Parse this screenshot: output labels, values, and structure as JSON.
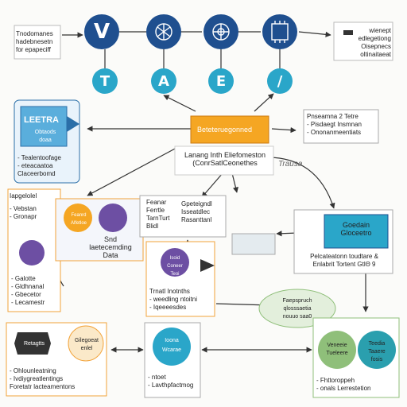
{
  "colors": {
    "navy": "#1f4f8f",
    "teal": "#2aa6c9",
    "orange": "#f2a33a",
    "orange_fill": "#f5a623",
    "purple": "#6d4fa3",
    "green": "#8fbf7a",
    "dark": "#333333",
    "box_border": "#2b6fa8"
  },
  "top_row": {
    "letters": [
      "V",
      "T",
      "A",
      "E",
      "/"
    ],
    "icons": [
      "hexagon-network-icon",
      "brain-icon",
      "gear-globe-icon",
      "chip-icon"
    ],
    "left_note": "Tnodomanes\nhadebnesetn\nfor epapeciff",
    "right_note": "wienept\nedlegetiong\nOisepnecs\noltinaitaeat"
  },
  "center": {
    "orange_title": "Beteteruegonned",
    "sub": "Lanang Inth Eliefomeston\n(ConrSatlCeonethes",
    "right_note": "Pnseamna 2 Tetre\n- Pisdaegt Insmnan\n- Ononanmeentiats",
    "curve_text": "Trausa"
  },
  "left_block": {
    "box_title": "LEETRA",
    "box_sub": "Obtaods\ndoaa",
    "list": "- Tealentoofage\n- eteacaatoa\nClaceerbomd",
    "mid_title": "Iapgelolel",
    "mid_sub": "- Vebstan\n- Gronapr",
    "bullets": "- Galotte\n- Gldhnanal\n- Gbecetor\n- Lecamestr"
  },
  "mid_block": {
    "circle1_label": "Feanrd\nAlfetloe",
    "circle2_label": "",
    "caption": "Snd\nlaetecemding\nData",
    "card_text": "Feanar\nFerrtle\nTarnTurt\nBlidl",
    "card_side": "Gpeteigndl\nIsseatdlec\nRasanttanl",
    "purple_label": "Isoid\nConeer\nTeoi",
    "purple_caption": "Trnatl Inotnths\n- weedling ntoitni\n- Iqeeeesdes"
  },
  "right_block": {
    "teal_box": "Goedain\nGloceetro",
    "note": "Pelcateatonn toudtare &\nEnlabrit Tortent GtlΘ 9",
    "ellipse": "Faepspruch\nqlosssaetia\nnouuo saa0"
  },
  "bottom": {
    "left_label": "Retagtts",
    "left_right_label": "Gilegoeat\nenlel",
    "left_list": "- Ohlounleatning\n- Ivdiygreatlentings\nForetatr lacteamentons",
    "center_title": "Ioona",
    "center_sub": "Wcarae",
    "center_list": "- ntoet\n- Lavthpfactmog",
    "right_c1": "Veneeie\nTueleere",
    "right_c2": "Teedia\nTaaere\nfosis",
    "right_list": "- Fhttoroppeh\n- onals Lerrestetion"
  }
}
